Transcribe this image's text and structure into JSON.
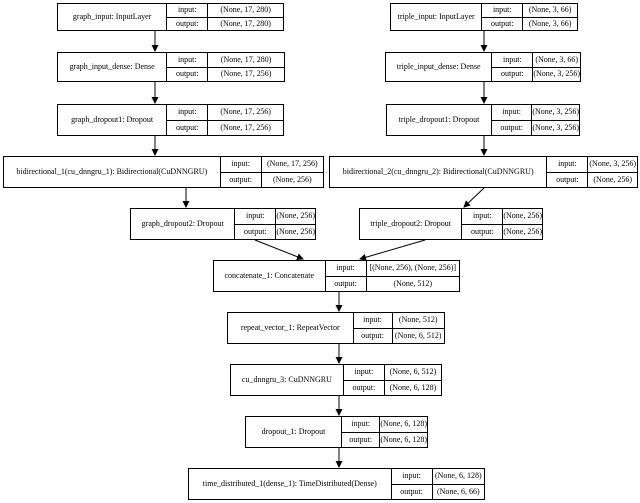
{
  "io_labels": {
    "input": "input:",
    "output": "output:"
  },
  "nodes": [
    {
      "id": "graph_input",
      "label": "graph_input: InputLayer",
      "input": "(None, 17, 280)",
      "output": "(None, 17, 280)"
    },
    {
      "id": "triple_input",
      "label": "triple_input: InputLayer",
      "input": "(None, 3, 66)",
      "output": "(None, 3, 66)"
    },
    {
      "id": "graph_input_dense",
      "label": "graph_input_dense: Dense",
      "input": "(None, 17, 280)",
      "output": "(None, 17, 256)"
    },
    {
      "id": "triple_input_dense",
      "label": "triple_input_dense: Dense",
      "input": "(None, 3, 66)",
      "output": "(None, 3, 256)"
    },
    {
      "id": "graph_dropout1",
      "label": "graph_dropout1: Dropout",
      "input": "(None, 17, 256)",
      "output": "(None, 17, 256)"
    },
    {
      "id": "triple_dropout1",
      "label": "triple_dropout1: Dropout",
      "input": "(None, 3, 256)",
      "output": "(None, 3, 256)"
    },
    {
      "id": "bidirectional_1",
      "label": "bidirectional_1(cu_dnngru_1): Bidirectional(CuDNNGRU)",
      "input": "(None, 17, 256)",
      "output": "(None, 256)"
    },
    {
      "id": "bidirectional_2",
      "label": "bidirectional_2(cu_dnngru_2): Bidirectional(CuDNNGRU)",
      "input": "(None, 3, 256)",
      "output": "(None, 256)"
    },
    {
      "id": "graph_dropout2",
      "label": "graph_dropout2: Dropout",
      "input": "(None, 256)",
      "output": "(None, 256)"
    },
    {
      "id": "triple_dropout2",
      "label": "triple_dropout2: Dropout",
      "input": "(None, 256)",
      "output": "(None, 256)"
    },
    {
      "id": "concatenate_1",
      "label": "concatenate_1: Concatenate",
      "input": "[(None, 256), (None, 256)]",
      "output": "(None, 512)"
    },
    {
      "id": "repeat_vector_1",
      "label": "repeat_vector_1: RepeatVector",
      "input": "(None, 512)",
      "output": "(None, 6, 512)"
    },
    {
      "id": "cu_dnngru_3",
      "label": "cu_dnngru_3: CuDNNGRU",
      "input": "(None, 6, 512)",
      "output": "(None, 6, 128)"
    },
    {
      "id": "dropout_1",
      "label": "dropout_1: Dropout",
      "input": "(None, 6, 128)",
      "output": "(None, 6, 128)"
    },
    {
      "id": "time_distributed_1",
      "label": "time_distributed_1(dense_1): TimeDistributed(Dense)",
      "input": "(None, 6, 128)",
      "output": "(None, 6, 66)"
    }
  ],
  "edges": [
    [
      "graph_input",
      "graph_input_dense"
    ],
    [
      "graph_input_dense",
      "graph_dropout1"
    ],
    [
      "graph_dropout1",
      "bidirectional_1"
    ],
    [
      "bidirectional_1",
      "graph_dropout2"
    ],
    [
      "graph_dropout2",
      "concatenate_1"
    ],
    [
      "triple_input",
      "triple_input_dense"
    ],
    [
      "triple_input_dense",
      "triple_dropout1"
    ],
    [
      "triple_dropout1",
      "bidirectional_2"
    ],
    [
      "bidirectional_2",
      "triple_dropout2"
    ],
    [
      "triple_dropout2",
      "concatenate_1"
    ],
    [
      "concatenate_1",
      "repeat_vector_1"
    ],
    [
      "repeat_vector_1",
      "cu_dnngru_3"
    ],
    [
      "cu_dnngru_3",
      "dropout_1"
    ],
    [
      "dropout_1",
      "time_distributed_1"
    ]
  ]
}
